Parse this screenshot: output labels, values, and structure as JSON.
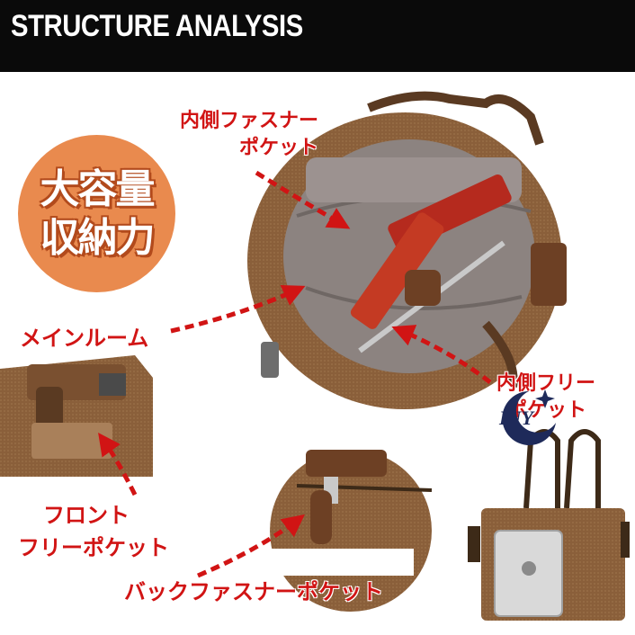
{
  "banner": {
    "title": "STRUCTURE ANALYSIS"
  },
  "badge": {
    "line1": "大容量",
    "line2": "収納力"
  },
  "labels": {
    "inner_zip_pocket_line1": "内側ファスナー",
    "inner_zip_pocket_line2": "ポケット",
    "main_room": "メインルーム",
    "inner_free_pocket_line1": "内側フリー",
    "inner_free_pocket_line2": "ポケット",
    "front_pocket_line1": "フロント",
    "front_pocket_line2": "フリーポケット",
    "back_zip_pocket": "バックファスナーポケット"
  },
  "logo": {
    "text": "INY"
  },
  "colors": {
    "accent_red": "#d11414",
    "badge_orange": "#e98a4e",
    "canvas_brown": "#8a5f3a",
    "banner_black": "#0a0a0a"
  }
}
